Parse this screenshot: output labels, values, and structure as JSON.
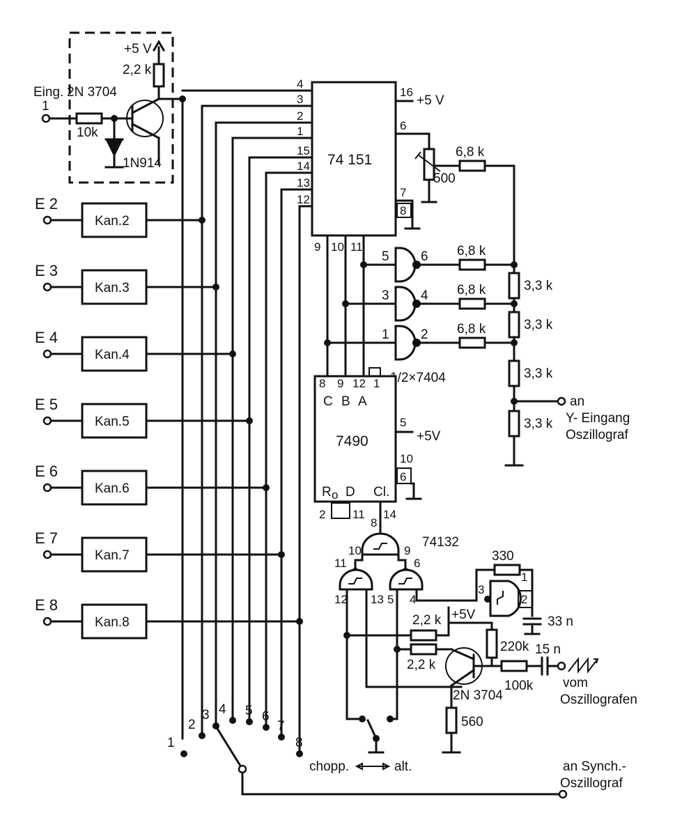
{
  "power": {
    "v5": "+5 V",
    "v5b": "+5V"
  },
  "input_stage": {
    "terminal": "Eing.",
    "terminal_pin": "1",
    "transistor": "2N 3704",
    "r_base": "10k",
    "r_collector": "2,2 k",
    "diode": "1N914"
  },
  "channels": [
    {
      "terminal": "E 2",
      "box": "Kan.2"
    },
    {
      "terminal": "E 3",
      "box": "Kan.3"
    },
    {
      "terminal": "E 4",
      "box": "Kan.4"
    },
    {
      "terminal": "E 5",
      "box": "Kan.5"
    },
    {
      "terminal": "E 6",
      "box": "Kan.6"
    },
    {
      "terminal": "E 7",
      "box": "Kan.7"
    },
    {
      "terminal": "E 8",
      "box": "Kan.8"
    }
  ],
  "mux": {
    "name": "74 151",
    "left_pins": [
      "4",
      "3",
      "2",
      "1",
      "15",
      "14",
      "13",
      "12"
    ],
    "right_pins": [
      "16",
      "6",
      "7",
      "8"
    ],
    "bottom_pins": [
      "9",
      "10",
      "11"
    ],
    "pot": "500",
    "r_out": "6,8 k"
  },
  "dac": {
    "gates": [
      {
        "in": "5",
        "out": "6"
      },
      {
        "in": "3",
        "out": "4"
      },
      {
        "in": "1",
        "out": "2"
      }
    ],
    "gate_chip": "1/2×7404",
    "r_series": "6,8 k",
    "r_ladder": "3,3 k",
    "output_label": "an",
    "output_label2": "Y- Eingang",
    "output_label3": "Oszillograf"
  },
  "counter": {
    "name": "7490",
    "top_pins": [
      "8",
      "9",
      "12",
      "1"
    ],
    "top_labels": [
      "C",
      "B",
      "A"
    ],
    "right_pins": [
      "5",
      "10",
      "6"
    ],
    "bottom_labels": [
      "R",
      "o",
      "D",
      "Cl."
    ],
    "bottom_pins": [
      "2",
      "11",
      "14"
    ]
  },
  "schmitt": {
    "name": "74132",
    "pins_top": [
      "8",
      "10",
      "9"
    ],
    "pins_left": [
      "11",
      "12",
      "13"
    ],
    "pins_right": [
      "6",
      "5",
      "4"
    ],
    "osc_pins": [
      "3",
      "1",
      "2"
    ],
    "r_fb": "330",
    "c_osc": "33 n"
  },
  "sweep": {
    "r1": "2,2 k",
    "r2": "2,2 k",
    "r_bias": "220k",
    "c_in": "15 n",
    "r_in": "100k",
    "r_emitter": "560",
    "transistor": "2N 3704",
    "input_label": "vom",
    "input_label2": "Oszillografen"
  },
  "mode_switch": {
    "left": "chopp.",
    "right": "alt."
  },
  "selector": {
    "positions": [
      "1",
      "2",
      "3",
      "4",
      "5",
      "6",
      "7",
      "8"
    ],
    "out_label": "an Synch.-",
    "out_label2": "Oszillograf"
  }
}
